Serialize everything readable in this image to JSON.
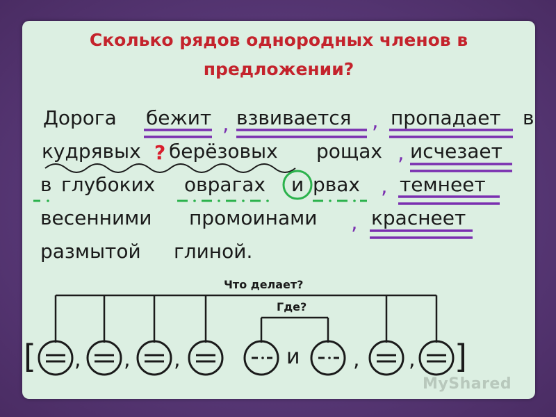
{
  "title": {
    "line1": "Сколько рядов однородных членов в",
    "line2": "предложении?"
  },
  "sentence": {
    "w_doroga": "Дорога",
    "w_bezhit": "бежит",
    "w_vzvivaetsya": "взвивается",
    "w_propadaet": "пропадает",
    "w_v": "в",
    "w_kudryavykh": "кудрявых",
    "w_berezovykh": "берёзовых",
    "w_roshchakh": "рощах",
    "w_ischezaet": "исчезает",
    "w_v2": "в",
    "w_glubokikh": "глубоких",
    "w_ovragakh": "оврагах",
    "w_i": "и",
    "w_rvakh": "рвах",
    "w_temneet": "темнеет",
    "w_vesennimi": "весенними",
    "w_promoinami": "промоинами",
    "w_krasneet": "краснеет",
    "w_razmytoy": "размытой",
    "w_glinoy": "глиной.",
    "comma": ",",
    "question": "?"
  },
  "scheme": {
    "question_what": "Что делает?",
    "question_where": "Где?",
    "bracket_open": "[",
    "bracket_close": "]",
    "comma": ",",
    "conj": "и"
  },
  "colors": {
    "title": "#c4232c",
    "predicate_lines": "#7a2fb0",
    "adverbial_dash": "#2bb24c",
    "circle": "#2bb24c",
    "question_mark": "#d81e2c"
  },
  "watermark": "MyShared"
}
